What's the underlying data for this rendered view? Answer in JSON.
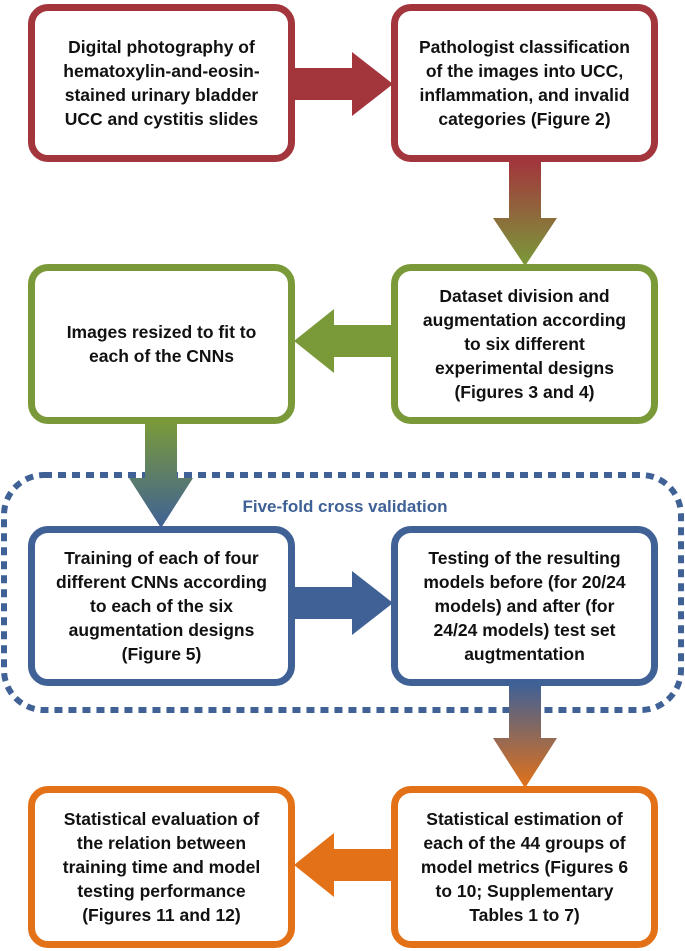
{
  "boxes": {
    "photography": "Digital photography of\nhematoxylin-and-eosin-\nstained urinary bladder\nUCC and cystitis slides",
    "classification": "Pathologist classification\nof the images into UCC,\ninflammation, and invalid\ncategories (Figure 2)",
    "division": "Dataset division and\naugmentation according\nto six different\nexperimental designs\n(Figures 3 and 4)",
    "resize": "Images resized to fit to\neach of the CNNs",
    "training": "Training of each of four\ndifferent CNNs according\nto each of the six\naugmentation designs\n(Figure 5)",
    "testing": "Testing of the resulting\nmodels before (for 20/24\nmodels) and after (for\n24/24 models) test set\naugtmentation",
    "estimation": "Statistical estimation of\neach of the 44 groups of\nmodel metrics (Figures 6\nto 10; Supplementary\nTables 1 to 7)",
    "evaluation": "Statistical evaluation of\nthe relation between\ntraining time and model\ntesting performance\n(Figures 11 and 12)"
  },
  "cross_validation_label": "Five-fold cross validation",
  "colors": {
    "red": "#a3353d",
    "green": "#7a9a3a",
    "blue": "#3f6196",
    "orange": "#e37118",
    "text": "#111111"
  }
}
